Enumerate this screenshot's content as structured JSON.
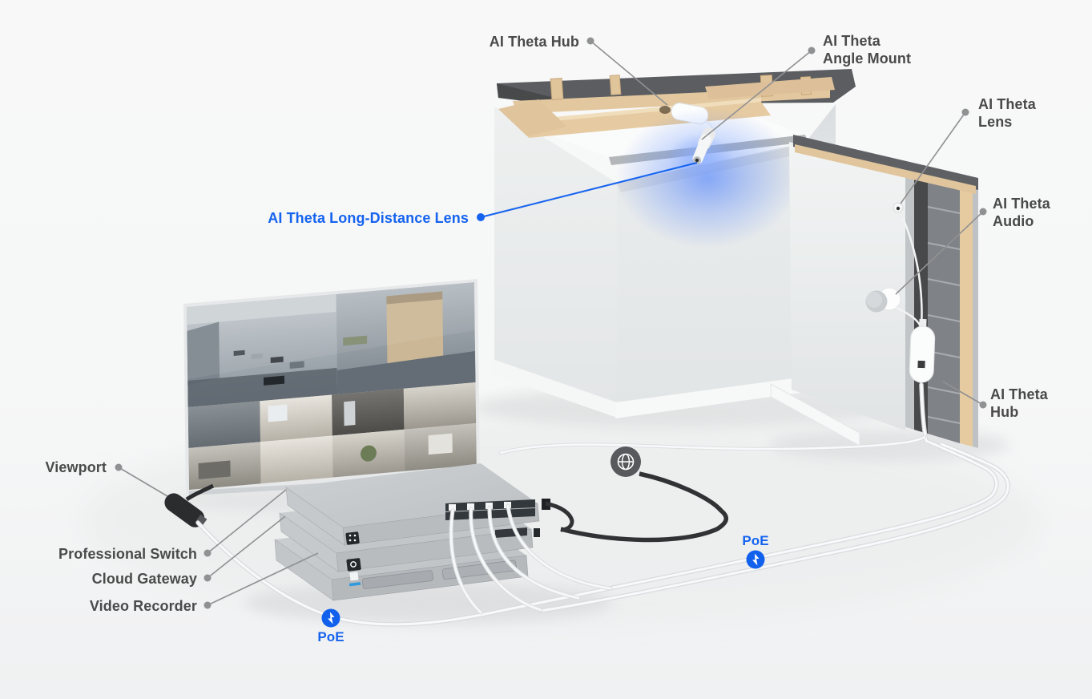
{
  "scene": {
    "background": "#f6f7f7",
    "floor": "#eef0f0"
  },
  "palette": {
    "accent_blue": "#1563ef",
    "badge_blue": "#1161ed",
    "label_gray": "#4a4a4a",
    "leader_gray": "#919193",
    "device_silver": "#c7cbce",
    "glow_blue": "#4b80ff",
    "cable_white": "#f7f8f9",
    "cable_black": "#303234"
  },
  "labels": {
    "hub_top": "AI Theta Hub",
    "angle_mount": "AI Theta\nAngle Mount",
    "lens": "AI Theta\nLens",
    "audio": "AI Theta\nAudio",
    "hub_right": "AI Theta\nHub",
    "long_distance": "AI Theta Long-Distance Lens",
    "viewport": "Viewport",
    "professional_switch": "Professional Switch",
    "cloud_gateway": "Cloud Gateway",
    "video_recorder": "Video Recorder",
    "poe_switch": "PoE",
    "poe_recorder": "PoE"
  },
  "icons": {
    "globe": "internet-globe-icon",
    "poe": "lightning-bolt-icon"
  }
}
